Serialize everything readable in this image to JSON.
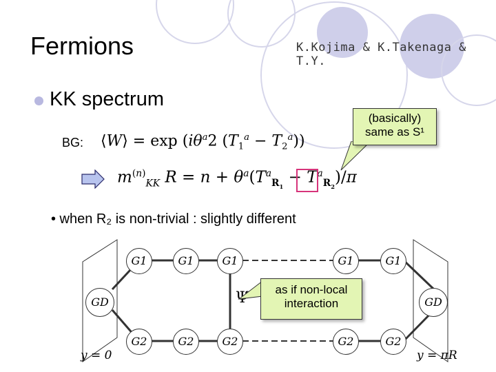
{
  "header": {
    "title": "Fermions",
    "authors": "K.Kojima & K.Takenaga & T.Y."
  },
  "bullets": {
    "main": "KK spectrum",
    "bg_label": "BG:",
    "note": "• when R₂ is non-trivial : slightly different"
  },
  "equations": {
    "bg": "⟨W⟩ = exp(iθᵃ2(T₁ᵃ − T₂ᵃ))",
    "mass": "m⁽ⁿ⁾_KK R = n + θᵃ(Tᵃ_R₁ − Tᵃ_R₂)/π"
  },
  "callouts": {
    "s1": "(basically) same as S¹",
    "nonlocal": "as if non-local interaction"
  },
  "diagram": {
    "top_nodes": [
      "G1",
      "G1",
      "G1",
      "G1",
      "G1"
    ],
    "bottom_nodes": [
      "G2",
      "G2",
      "G2",
      "G2",
      "G2"
    ],
    "left_node": "GD",
    "right_node": "GD",
    "psi": "Ψ",
    "left_label": "y = 0",
    "right_label": "y = πR"
  },
  "colors": {
    "accent_circles": "#cfcfea",
    "callout_fill": "#e3f5b4",
    "highlight_box": "#d6337a",
    "arrow_fill": "#b8c4ee"
  }
}
